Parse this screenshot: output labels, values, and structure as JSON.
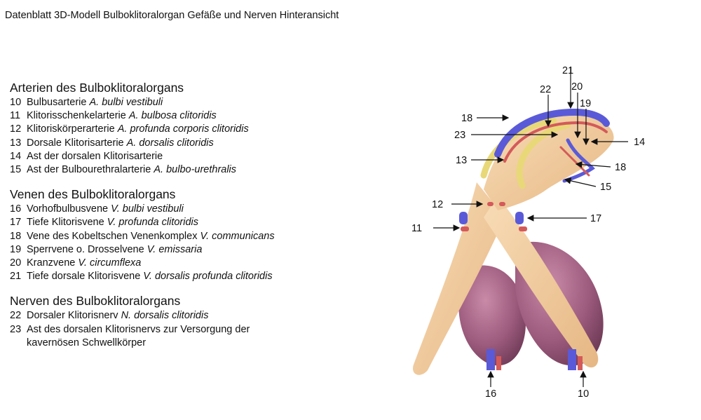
{
  "title": "Datenblatt 3D-Modell Bulboklitoralorgan Gefäße und Nerven Hinteransicht",
  "legend": {
    "sections": [
      {
        "heading": "Arterien des Bulboklitoralorgans",
        "items": [
          {
            "number": "10",
            "german": "Bulbusarterie",
            "latin": "A. bulbi vestibuli"
          },
          {
            "number": "11",
            "german": "Klitorisschenkelarterie",
            "latin": "A. bulbosa clitoridis"
          },
          {
            "number": "12",
            "german": "Klitoriskörperarterie",
            "latin": "A. profunda corporis clitoridis"
          },
          {
            "number": "13",
            "german": "Dorsale Klitorisarterie",
            "latin": "A. dorsalis clitoridis"
          },
          {
            "number": "14",
            "german": "Ast der dorsalen Klitorisarterie",
            "latin": ""
          },
          {
            "number": "15",
            "german": "Ast der Bulbourethralarterie",
            "latin": "A. bulbo-urethralis"
          }
        ]
      },
      {
        "heading": "Venen des Bulboklitoralorgans",
        "items": [
          {
            "number": "16",
            "german": "Vorhofbulbusvene",
            "latin": "V. bulbi vestibuli"
          },
          {
            "number": "17",
            "german": "Tiefe Klitorisvene",
            "latin": "V. profunda clitoridis"
          },
          {
            "number": "18",
            "german": "Vene des Kobeltschen Venenkomplex",
            "latin": "V. communicans"
          },
          {
            "number": "19",
            "german": "Sperrvene o. Drosselvene",
            "latin": "V. emissaria"
          },
          {
            "number": "20",
            "german": "Kranzvene",
            "latin": "V. circumflexa"
          },
          {
            "number": "21",
            "german": "Tiefe dorsale Klitorisvene",
            "latin": "V. dorsalis profunda clitoridis"
          }
        ]
      },
      {
        "heading": "Nerven des Bulboklitoralorgans",
        "items": [
          {
            "number": "22",
            "german": "Dorsaler Klitorisnerv",
            "latin": "N. dorsalis clitoridis"
          },
          {
            "number": "23",
            "german": "Ast des dorsalen Klitorisnervs zur Versorgung der kavernösen Schwellkörper",
            "latin": ""
          }
        ]
      }
    ]
  },
  "callouts": {
    "c10": "10",
    "c11": "11",
    "c12": "12",
    "c13": "13",
    "c14": "14",
    "c15": "15",
    "c16": "16",
    "c17": "17",
    "c18a": "18",
    "c18b": "18",
    "c19": "19",
    "c20": "20",
    "c21": "21",
    "c22": "22",
    "c23": "23"
  },
  "colors": {
    "tissue": "#f2c99a",
    "bulb": "#9c5a7c",
    "vein": "#5a5ad8",
    "artery": "#d45a5a",
    "nerve": "#e8d878",
    "text": "#111111"
  }
}
